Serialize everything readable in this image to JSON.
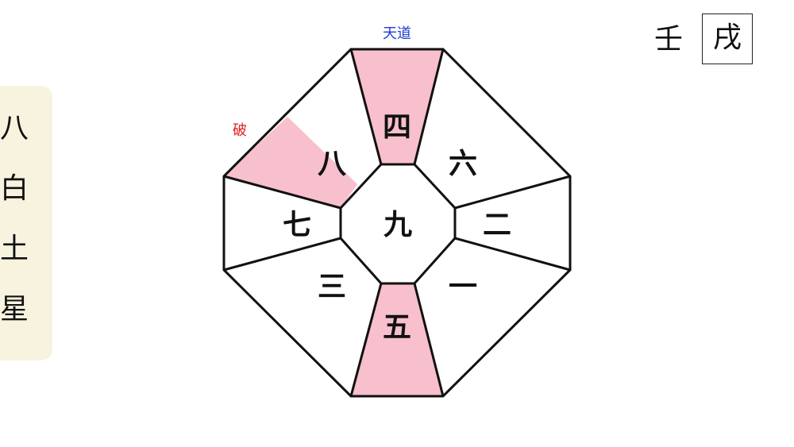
{
  "star": {
    "chars": [
      "八",
      "白",
      "土",
      "星"
    ]
  },
  "stem": "壬",
  "branch": "戌",
  "labels": {
    "tendo": "天道",
    "ha": "破"
  },
  "board": {
    "top": "四",
    "top_right": "六",
    "right": "二",
    "bottom_right": "一",
    "bottom": "五",
    "bottom_left": "三",
    "left": "七",
    "top_left": "八",
    "center": "九"
  },
  "colors": {
    "highlight": "#f8bfcd",
    "tendo": "#1f3ad6",
    "ha": "#e01f1f",
    "panel": "#f7f3df"
  }
}
